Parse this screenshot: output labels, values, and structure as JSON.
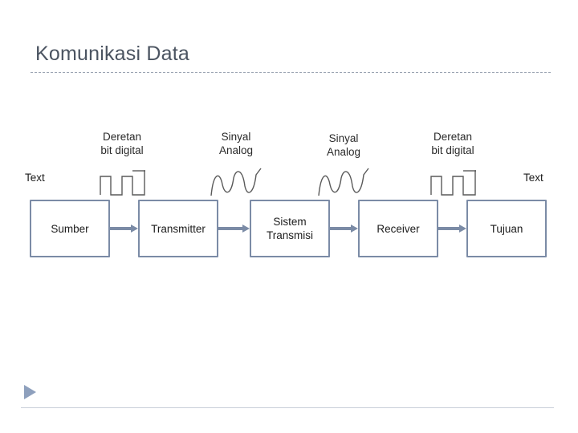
{
  "slide": {
    "title": "Komunikasi Data",
    "accent_color": "#7b8ba6",
    "title_color": "#4b5461"
  },
  "labels": {
    "left_text": "Text",
    "right_text": "Text",
    "signal_1": "Deretan\nbit digital",
    "signal_1_line1": "Deretan",
    "signal_1_line2": "bit digital",
    "signal_2_line1": "Sinyal",
    "signal_2_line2": "Analog",
    "signal_3_line1": "Sinyal",
    "signal_3_line2": "Analog",
    "signal_4_line1": "Deretan",
    "signal_4_line2": "bit digital"
  },
  "boxes": [
    {
      "id": "sumber",
      "label": "Sumber"
    },
    {
      "id": "transmitter",
      "label": "Transmitter"
    },
    {
      "id": "sistem-transmisi",
      "label": "Sistem Transmisi"
    },
    {
      "id": "receiver",
      "label": "Receiver"
    },
    {
      "id": "tujuan",
      "label": "Tujuan"
    }
  ],
  "waveforms": [
    {
      "id": "digital-wave-left",
      "type": "digital-pulse"
    },
    {
      "id": "analog-wave-left",
      "type": "sine"
    },
    {
      "id": "analog-wave-right",
      "type": "sine"
    },
    {
      "id": "digital-wave-right",
      "type": "digital-pulse"
    }
  ],
  "icons": {
    "nav_triangle": "play-triangle-icon"
  }
}
